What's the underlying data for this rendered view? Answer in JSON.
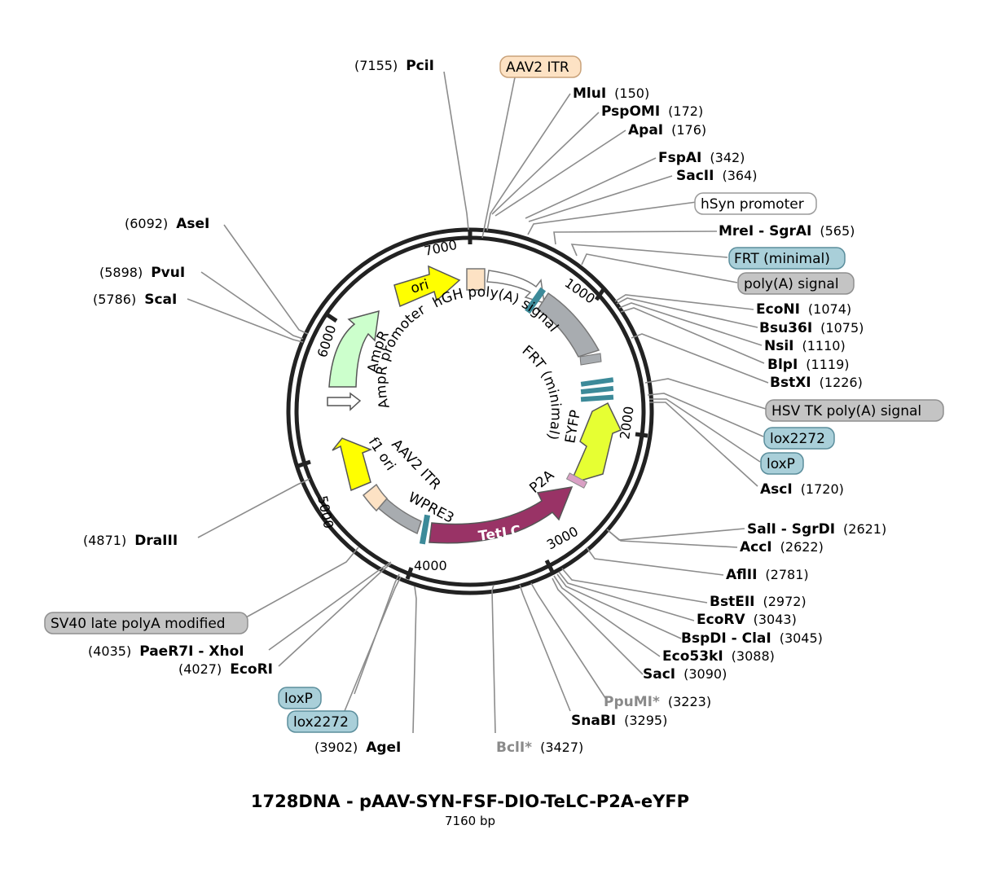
{
  "title": "1728DNA - pAAV-SYN-FSF-DIO-TeLC-P2A-eYFP",
  "subtitle": "7160 bp",
  "ticks": [
    "1000",
    "2000",
    "3000",
    "4000",
    "5000",
    "6000",
    "7000"
  ],
  "enzymes": [
    {
      "name": "PciI",
      "pos": "(7155)"
    },
    {
      "name": "MluI",
      "pos": "(150)"
    },
    {
      "name": "PspOMI",
      "pos": "(172)"
    },
    {
      "name": "ApaI",
      "pos": "(176)"
    },
    {
      "name": "FspAI",
      "pos": "(342)"
    },
    {
      "name": "SacII",
      "pos": "(364)"
    },
    {
      "name": "MreI",
      "name2": "SgrAI",
      "pos": "(565)"
    },
    {
      "name": "EcoNI",
      "pos": "(1074)"
    },
    {
      "name": "Bsu36I",
      "pos": "(1075)"
    },
    {
      "name": "NsiI",
      "pos": "(1110)"
    },
    {
      "name": "BlpI",
      "pos": "(1119)"
    },
    {
      "name": "BstXI",
      "pos": "(1226)"
    },
    {
      "name": "AscI",
      "pos": "(1720)"
    },
    {
      "name": "SalI",
      "name2": "SgrDI",
      "pos": "(2621)"
    },
    {
      "name": "AccI",
      "pos": "(2622)"
    },
    {
      "name": "AflII",
      "pos": "(2781)"
    },
    {
      "name": "BstEII",
      "pos": "(2972)"
    },
    {
      "name": "EcoRV",
      "pos": "(3043)"
    },
    {
      "name": "BspDI",
      "name2": "ClaI",
      "pos": "(3045)"
    },
    {
      "name": "Eco53kI",
      "pos": "(3088)"
    },
    {
      "name": "SacI",
      "pos": "(3090)"
    },
    {
      "name": "PpuMI*",
      "pos": "(3223)"
    },
    {
      "name": "SnaBI",
      "pos": "(3295)"
    },
    {
      "name": "BclI*",
      "pos": "(3427)"
    },
    {
      "name": "AgeI",
      "pos": "(3902)"
    },
    {
      "name": "EcoRI",
      "pos": "(4027)"
    },
    {
      "name": "PaeR7I",
      "name2": "XhoI",
      "pos": "(4035)"
    },
    {
      "name": "DraIII",
      "pos": "(4871)"
    },
    {
      "name": "ScaI",
      "pos": "(5786)"
    },
    {
      "name": "PvuI",
      "pos": "(5898)"
    },
    {
      "name": "AseI",
      "pos": "(6092)"
    }
  ],
  "feature_labels": [
    {
      "text": "AAV2 ITR",
      "fill": "#fde2c4",
      "stroke": "#c9a27a"
    },
    {
      "text": "hSyn promoter",
      "fill": "#ffffff",
      "stroke": "#9a9a9a"
    },
    {
      "text": "FRT (minimal)",
      "fill": "#a9cfd9",
      "stroke": "#5b8e9c"
    },
    {
      "text": "poly(A) signal",
      "fill": "#c4c4c4",
      "stroke": "#8f8f8f"
    },
    {
      "text": "HSV TK poly(A) signal",
      "fill": "#c4c4c4",
      "stroke": "#8f8f8f"
    },
    {
      "text": "lox2272",
      "fill": "#a9cfd9",
      "stroke": "#5b8e9c"
    },
    {
      "text": "loxP",
      "fill": "#a9cfd9",
      "stroke": "#5b8e9c"
    },
    {
      "text": "SV40 late polyA modified",
      "fill": "#c4c4c4",
      "stroke": "#8f8f8f"
    },
    {
      "text": "loxP",
      "fill": "#a9cfd9",
      "stroke": "#5b8e9c"
    },
    {
      "text": "lox2272",
      "fill": "#a9cfd9",
      "stroke": "#5b8e9c"
    }
  ],
  "inner_labels": {
    "ori": "ori",
    "hgh": "hGH poly(A) signal",
    "frt": "FRT (minimal)",
    "eyfp": "EYFP",
    "p2a": "P2A",
    "tetlc": "TetLC",
    "wpre3": "WPRE3",
    "aav2itr": "AAV2 ITR",
    "f1ori": "f1 ori",
    "ampr": "AmpR",
    "amprprom": "AmpR promoter"
  },
  "colors": {
    "ori": "#ffff00",
    "eyfp": "#e6ff33",
    "tetlc": "#993366",
    "ampr": "#ccffcc",
    "itr": "#fde2c4",
    "grey_feature": "#a8acb0",
    "lox": "#3c8a99",
    "p2a": "#d9a0c4",
    "backbone": "#222222"
  }
}
